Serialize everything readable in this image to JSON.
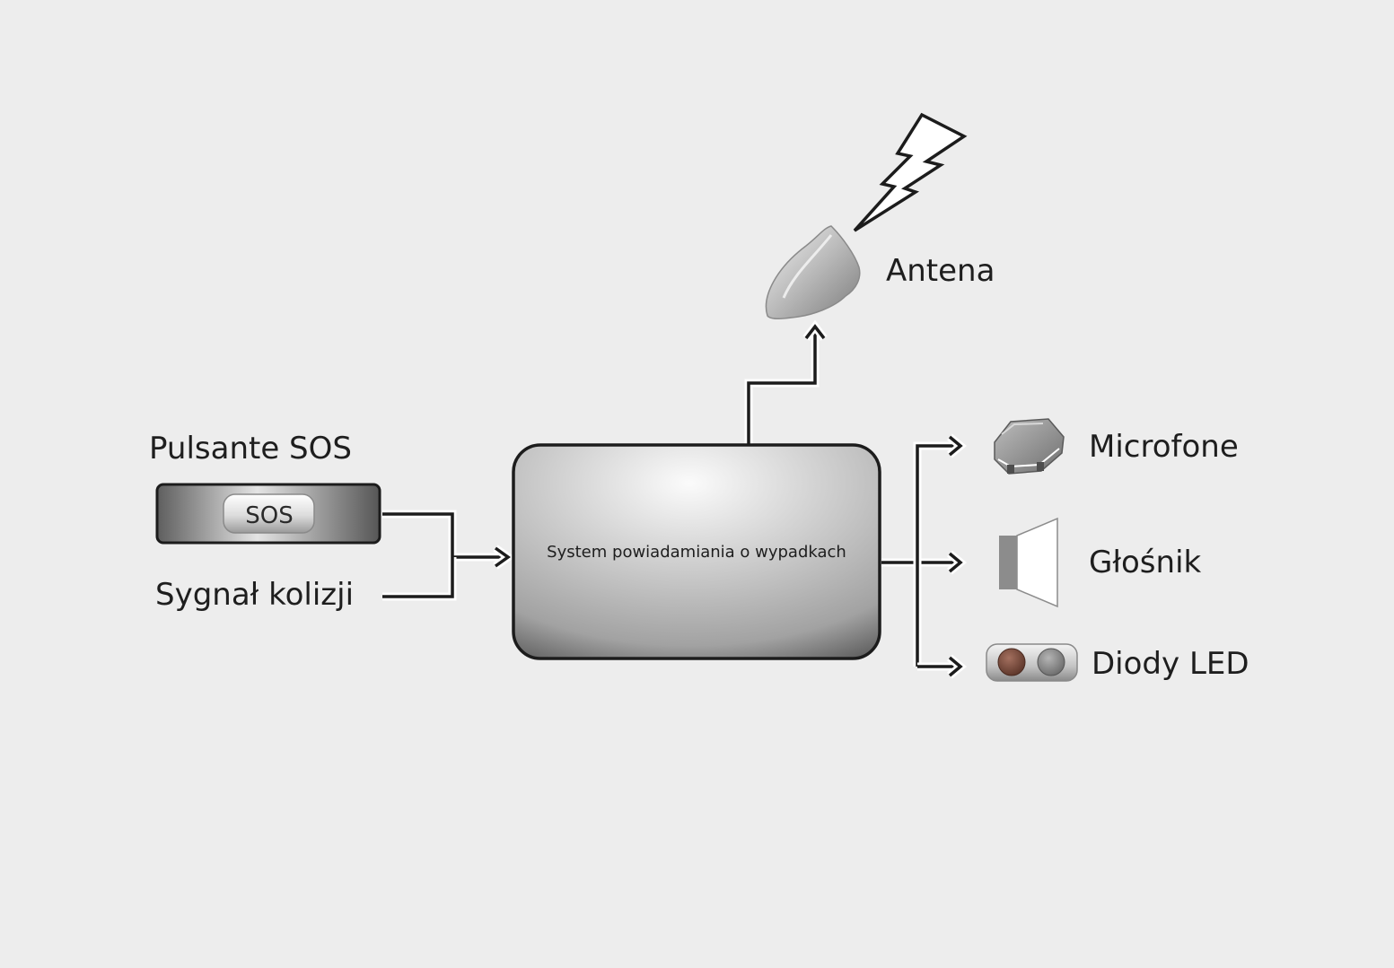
{
  "diagram": {
    "central_unit": {
      "label": "System powiadamiania o wypadkach"
    },
    "inputs": {
      "sos_title": "Pulsante SOS",
      "sos_button": "SOS",
      "collision_signal": "Sygnał kolizji"
    },
    "outputs": {
      "antenna": "Antena",
      "microphone": "Microfone",
      "speaker": "Głośnik",
      "leds": "Diody LED"
    },
    "colors": {
      "background": "#ededed",
      "line": "#1c1c1c",
      "led_red": "#7a4c3e",
      "led_grey": "#8a8a8a"
    },
    "icons": [
      "lightning-bolt-icon",
      "shark-fin-antenna-icon",
      "microphone-icon",
      "speaker-icon",
      "led-pair-icon"
    ]
  }
}
